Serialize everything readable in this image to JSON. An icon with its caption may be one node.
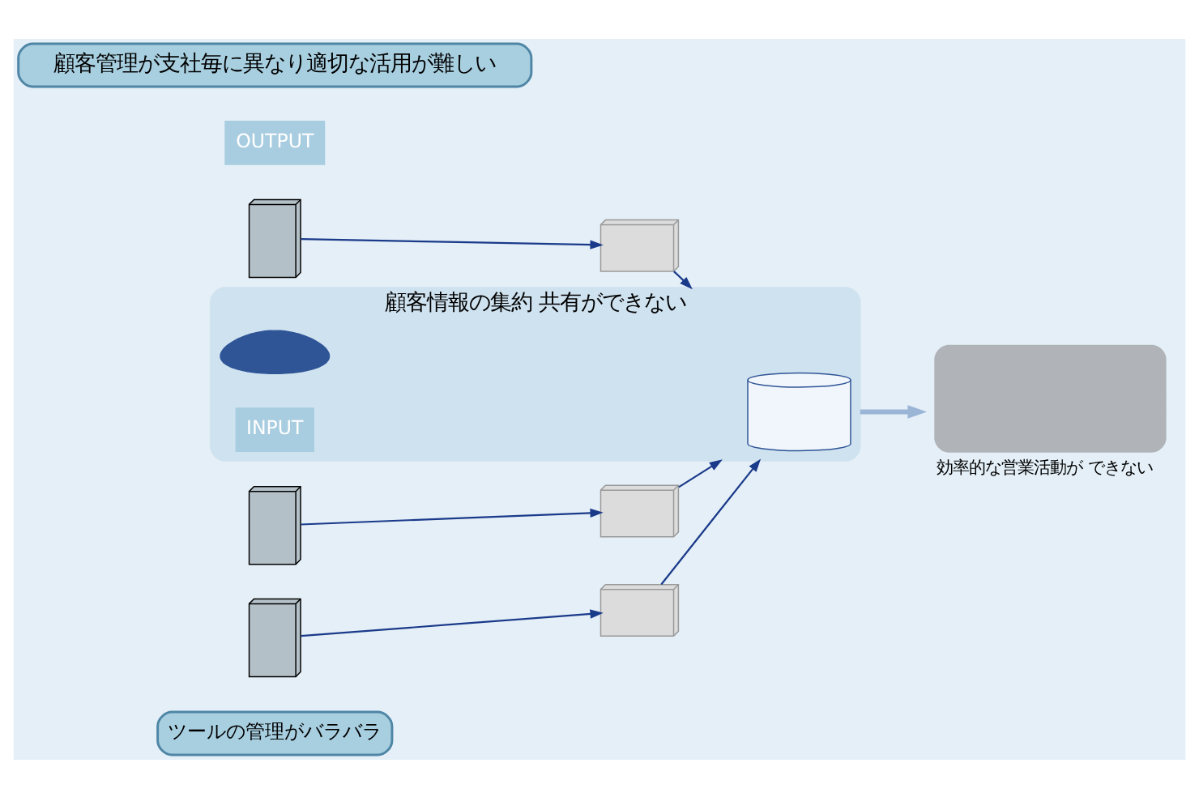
{
  "diagram": {
    "nodes": [
      {
        "text": [
          "ツールの管理がバラバラ"
        ]
      },
      {
        "text": [],
        "shape": "picture"
      },
      {
        "text": [],
        "shape": "picture"
      },
      {
        "text": [],
        "shape": "picture"
      },
      {
        "text": [],
        "shape": "picture"
      },
      {
        "text": [],
        "shape": "picture"
      },
      {
        "text": [],
        "shape": "picture"
      },
      {
        "text": [
          "顧客情報の集約 共有ができない"
        ]
      },
      {
        "text": [],
        "shape": "cylinder",
        "in": 7
      },
      {
        "text": [],
        "shape": "person",
        "in": 7
      },
      {
        "text": [
          "INPUT"
        ],
        "in": 7
      },
      {
        "text": [
          "OUTPUT"
        ]
      },
      {
        "text": [
          "効率的な営業活動が できない"
        ]
      },
      {
        "text": [
          "顧客管理が支社毎に異なり適切な活用が難しい"
        ]
      }
    ],
    "edges": [
      {
        "from": 1,
        "to": 2,
        "arrow": "to"
      },
      {
        "from": 3,
        "to": 4,
        "arrow": "to"
      },
      {
        "from": 5,
        "to": 6,
        "arrow": "to"
      },
      {
        "from": 2,
        "to": 7,
        "arrow": "to"
      },
      {
        "from": 4,
        "to": 7,
        "arrow": "to"
      },
      {
        "from": 6,
        "to": 7,
        "arrow": "to"
      },
      {
        "from": 7,
        "to": 12,
        "arrow": "to",
        "color": "#9bb5d6",
        "style": "thick"
      }
    ]
  }
}
